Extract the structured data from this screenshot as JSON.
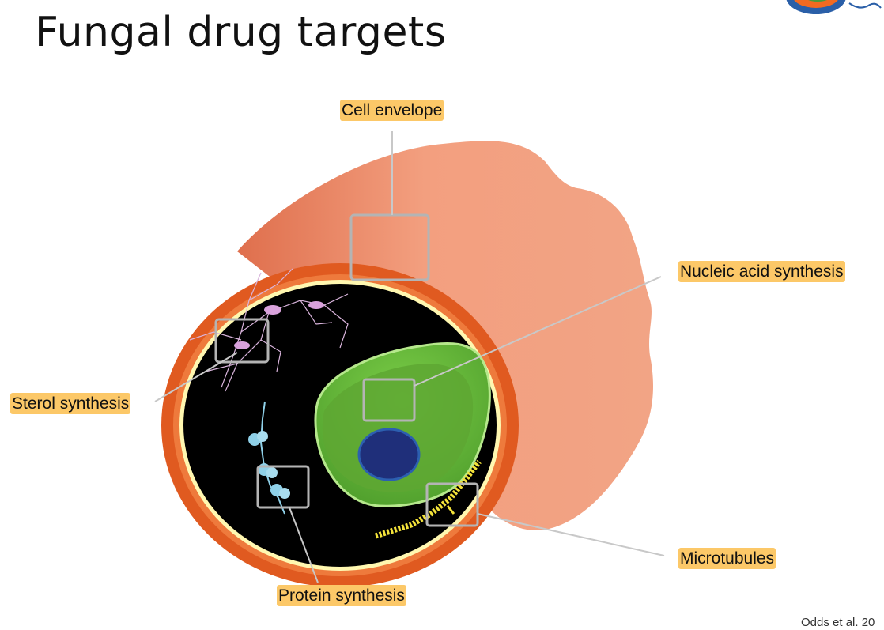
{
  "slide": {
    "title": "Fungal drug targets",
    "citation": "Odds et al. 20"
  },
  "diagram": {
    "labels": {
      "cell_envelope": "Cell envelope",
      "nucleic_acid_synthesis": "Nucleic acid synthesis",
      "sterol_synthesis": "Sterol synthesis",
      "protein_synthesis": "Protein synthesis",
      "microtubules": "Microtubules"
    }
  },
  "colors": {
    "label_highlight": "#fcc868",
    "cell_wall": "#f0a27e",
    "cell_rim": "#e05a20",
    "cytoplasm": "#000000",
    "nucleus": "#6abf3a",
    "nucleolus": "#1f2f7a",
    "microtubule": "#f3e23a",
    "ribosome": "#8fd0e8",
    "sterol_filaments": "#d9b4dc",
    "callout_box": "#b4b4b4"
  }
}
